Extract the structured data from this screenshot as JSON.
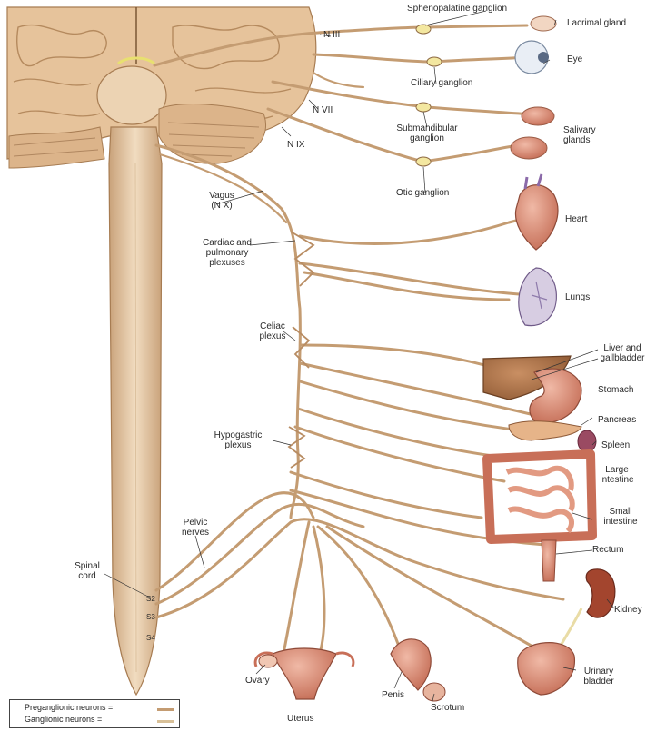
{
  "labels": {
    "sphenopalatine_ganglion": "Sphenopalatine ganglion",
    "lacrimal_gland": "Lacrimal gland",
    "n3": "N III",
    "eye": "Eye",
    "ciliary_ganglion": "Ciliary ganglion",
    "n7": "N VII",
    "submandibular_ganglion": "Submandibular ganglion",
    "salivary_glands": "Salivary glands",
    "n9": "N IX",
    "otic_ganglion": "Otic ganglion",
    "vagus": "Vagus (N X)",
    "heart": "Heart",
    "cardiac_pulmonary_plexuses": "Cardiac and pulmonary plexuses",
    "lungs": "Lungs",
    "celiac_plexus": "Celiac plexus",
    "liver_gallbladder": "Liver and gallbladder",
    "stomach": "Stomach",
    "pancreas": "Pancreas",
    "hypogastric_plexus": "Hypogastric plexus",
    "spleen": "Spleen",
    "large_intestine": "Large intestine",
    "small_intestine": "Small intestine",
    "pelvic_nerves": "Pelvic nerves",
    "rectum": "Rectum",
    "spinal_cord": "Spinal cord",
    "s2": "S2",
    "s3": "S3",
    "s4": "S4",
    "kidney": "Kidney",
    "urinary_bladder": "Urinary bladder",
    "ovary": "Ovary",
    "penis": "Penis",
    "scrotum": "Scrotum",
    "uterus": "Uterus"
  },
  "legend": {
    "preganglionic": "Preganglionic neurons =",
    "ganglionic": "Ganglionic neurons ="
  },
  "colors": {
    "nerve": "#c9a57e",
    "nerve_edge": "#8f6b45",
    "brain": "#e8c9a4",
    "brain_shade": "#c89f74",
    "organ_red": "#d9826e",
    "organ_dark": "#a9563f",
    "ganglion": "#f3e7a0"
  }
}
